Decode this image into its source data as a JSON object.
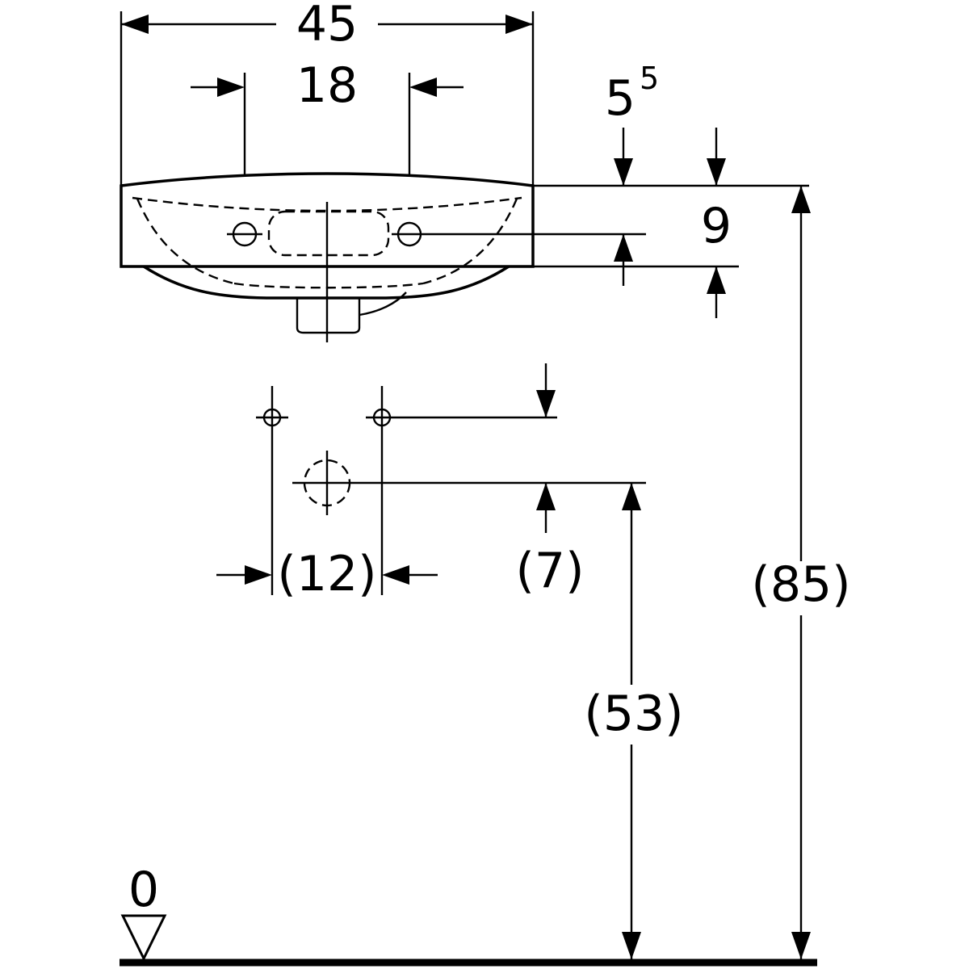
{
  "dims": {
    "width": {
      "label": "45"
    },
    "tap_hole_spacing": {
      "label": "18"
    },
    "rim_to_tap_holes": {
      "value": "5",
      "superscript": "5"
    },
    "rim_to_apron": {
      "label": "9"
    },
    "fixing_hole_spacing": {
      "label": "(12)"
    },
    "fixing_to_drain": {
      "label": "(7)"
    },
    "drain_height": {
      "label": "(53)"
    },
    "rim_height": {
      "label": "(85)"
    },
    "floor_datum": {
      "label": "0"
    }
  },
  "colors": {
    "line": "#000000",
    "background": "#ffffff"
  }
}
